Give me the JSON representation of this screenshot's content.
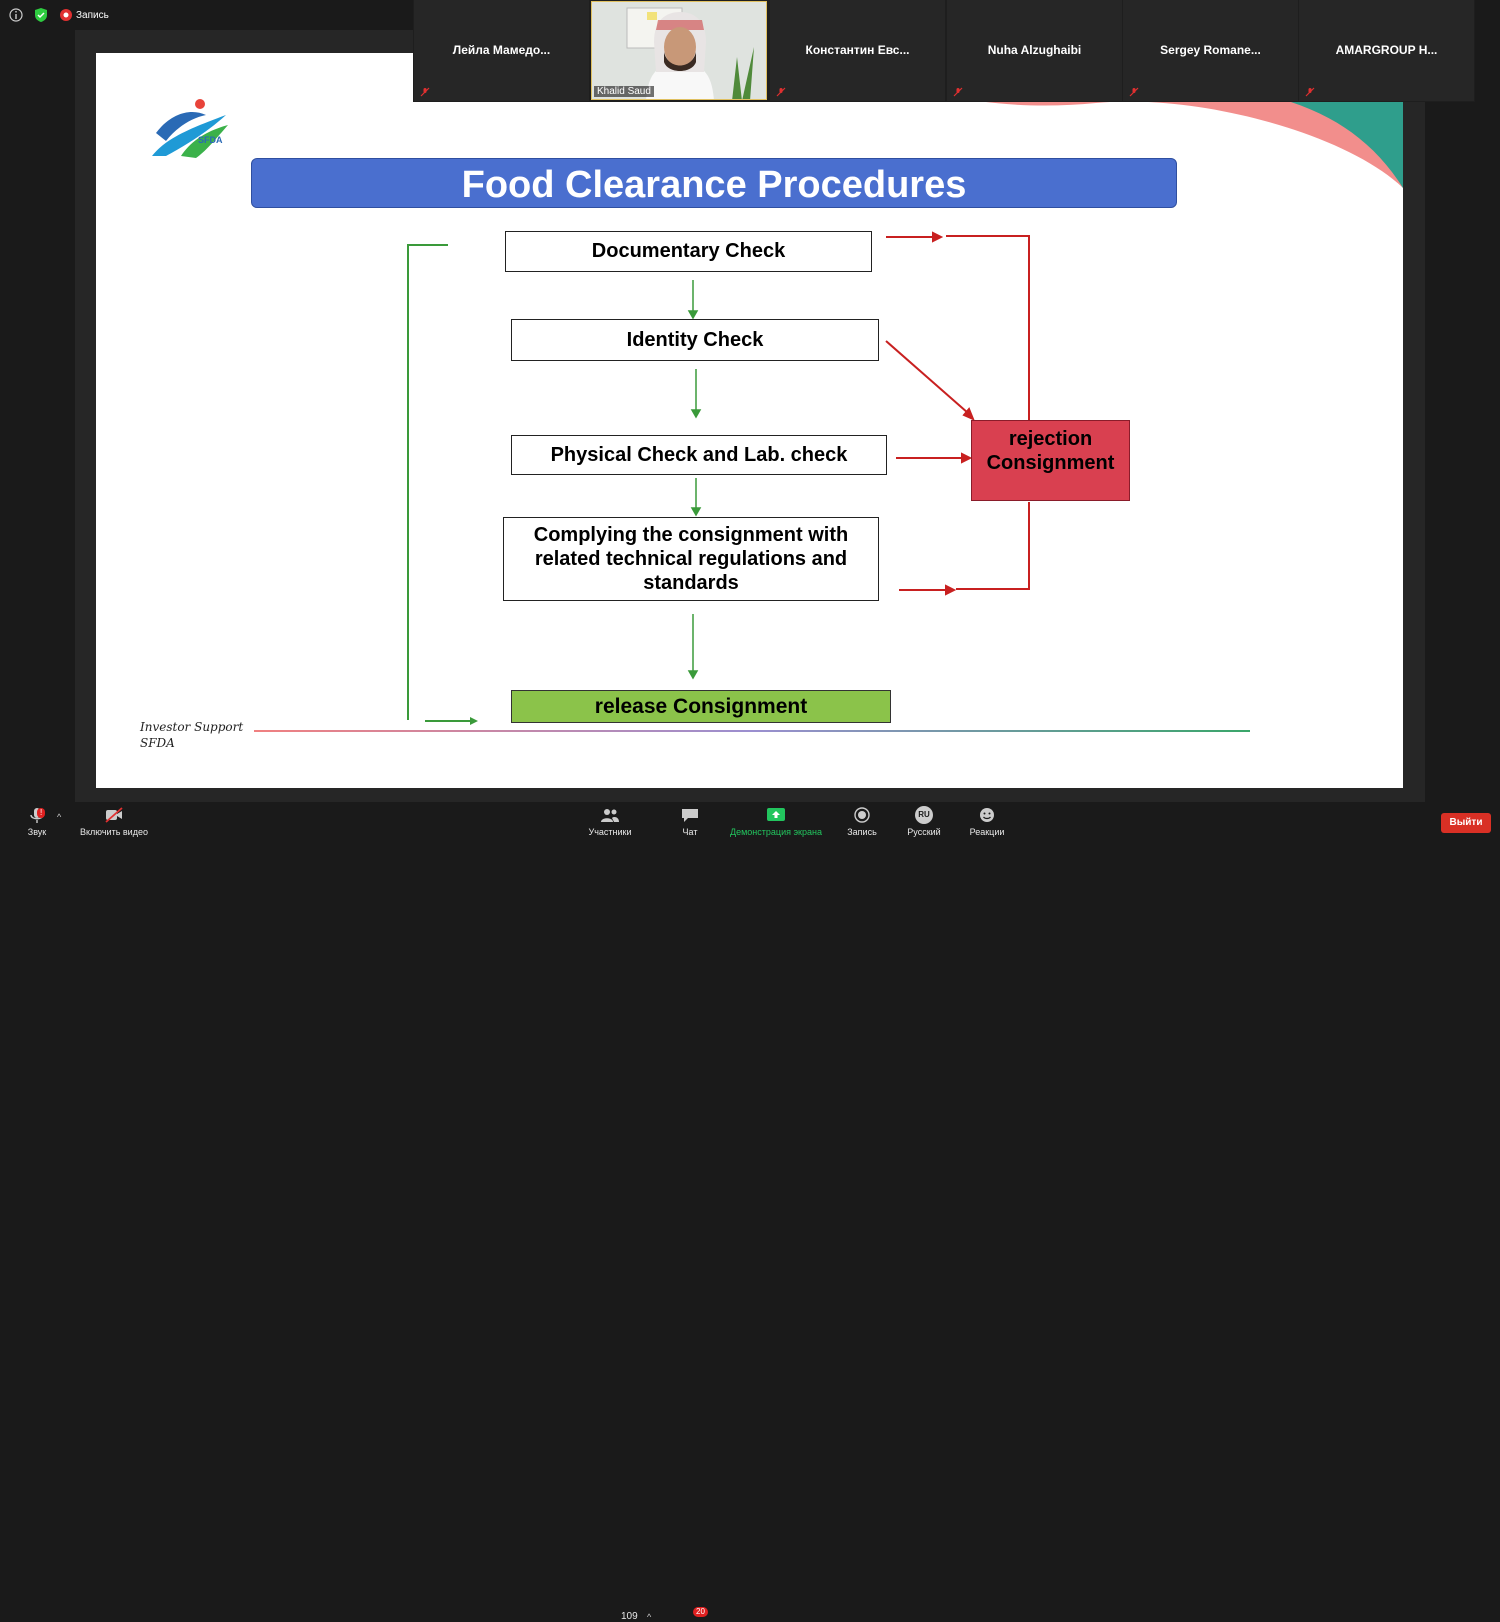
{
  "meeting": {
    "recording_label": "Запись",
    "participants": [
      {
        "name": "Лейла Мамедо..."
      },
      {
        "name": "Константин Евс..."
      },
      {
        "name": "Nuha Alzughaibi"
      },
      {
        "name": "Sergey Romane..."
      },
      {
        "name": "AMARGROUP H..."
      }
    ],
    "speaker_name": "Khalid Saud"
  },
  "slide": {
    "logo_text": "SFDA",
    "title": "Food Clearance Procedures",
    "steps": [
      "Documentary Check",
      "Identity Check",
      "Physical Check and Lab. check",
      "Complying the consignment with related technical regulations and standards"
    ],
    "rejection": [
      "rejection",
      "Consignment"
    ],
    "release": "release Consignment",
    "footer": [
      "Investor Support",
      "SFDA"
    ]
  },
  "toolbar": {
    "audio": "Звук",
    "audio_badge": "!",
    "video": "Включить видео",
    "participants_count": "109",
    "participants": "Участники",
    "chat": "Чат",
    "chat_badge": "20",
    "share": "Демонстрация экрана",
    "record": "Запись",
    "language_code": "RU",
    "language": "Русский",
    "reactions": "Реакции",
    "leave": "Выйти"
  },
  "colors": {
    "title_bg": "#4a6fcf",
    "rejection_bg": "#d94050",
    "release_bg": "#8bc34a",
    "share_green": "#22c55e",
    "leave_red": "#d93025"
  }
}
